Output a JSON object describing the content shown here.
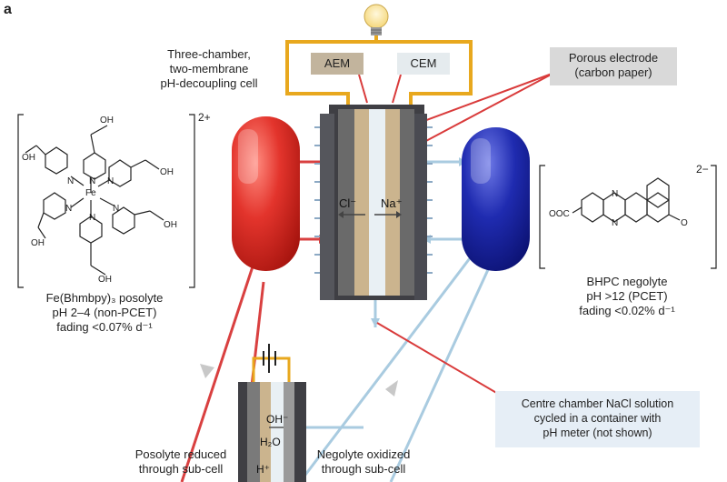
{
  "panel_letter": "a",
  "cell_title": "Three-chamber,\ntwo-membrane\npH-decoupling cell",
  "membranes": {
    "aem": "AEM",
    "cem": "CEM"
  },
  "electrode_label": "Porous electrode\n(carbon paper)",
  "ions": {
    "chloride": "Cl⁻",
    "sodium": "Na⁺"
  },
  "posolyte": {
    "charge": "2+",
    "name": "Fe(Bhmbpy)₃ posolyte",
    "ph": "pH 2–4 (non-PCET)",
    "fading": "fading <0.07% d⁻¹",
    "atoms": {
      "fe": "Fe",
      "n": "N",
      "oh": "OH"
    }
  },
  "negolyte": {
    "charge": "2−",
    "name": "BHPC negolyte",
    "ph": "pH >12 (PCET)",
    "fading": "fading <0.02% d⁻¹",
    "atoms": {
      "n": "N",
      "ooc": "OOC",
      "o": "O"
    }
  },
  "subcell": {
    "hydroxide": "OH⁻",
    "water": "H₂O",
    "proton": "H⁺",
    "left_label": "Posolyte reduced\nthrough sub-cell",
    "right_label": "Negolyte oxidized\nthrough sub-cell"
  },
  "centre_note": "Centre chamber NaCl solution\ncycled in a container with\npH meter (not shown)",
  "colors": {
    "posolyte_red": "#e0302b",
    "negolyte_blue": "#1e2aa8",
    "wire_orange": "#e8a81e",
    "flow_red": "#d94040",
    "flow_lightblue": "#a9cbe0",
    "note_blue": "#e6eef6",
    "label_grey": "#d9d9d9"
  }
}
